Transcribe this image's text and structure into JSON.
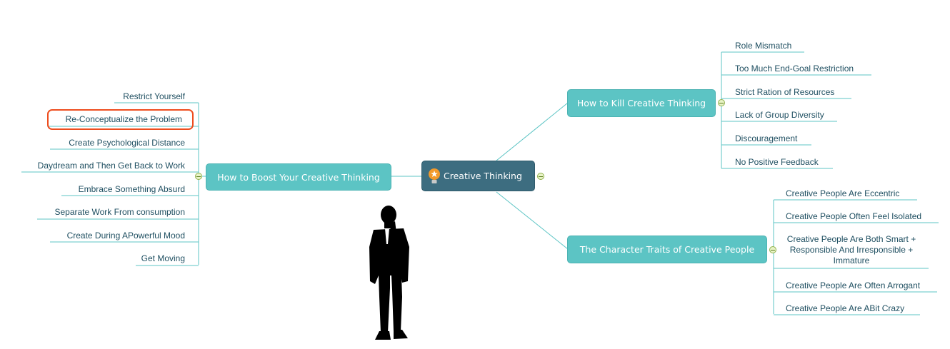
{
  "central": {
    "label": "Creative Thinking",
    "icon": "lightbulb-icon"
  },
  "left_branch": {
    "label": "How to Boost Your Creative Thinking",
    "items": [
      "Restrict Yourself",
      "Re-Conceptualize the Problem",
      "Create Psychological Distance",
      "Daydream and Then Get Back to Work",
      "Embrace Something Absurd",
      "Separate Work From consumption",
      "Create During APowerful Mood",
      "Get Moving"
    ],
    "highlighted_item": "Re-Conceptualize the Problem"
  },
  "right_top_branch": {
    "label": "How to Kill Creative Thinking",
    "items": [
      "Role Mismatch",
      "Too Much End-Goal Restriction",
      "Strict Ration of Resources",
      "Lack of Group Diversity",
      "Discouragement",
      "No Positive Feedback"
    ]
  },
  "right_bottom_branch": {
    "label": "The Character Traits of Creative People",
    "items": [
      "Creative People Are Eccentric",
      "Creative People Often Feel Isolated",
      "Creative People Are Both Smart + Responsible And Irresponsible + Immature",
      "Creative People Are Often Arrogant",
      "Creative People Are ABit Crazy"
    ]
  },
  "colors": {
    "central_fill": "#3d6d80",
    "branch_fill": "#5cc4c4",
    "connector": "#5cc4c4",
    "highlight": "#ee4d1e",
    "leaf_text": "#1f4f61"
  },
  "illustration": "person-thinking-silhouette"
}
